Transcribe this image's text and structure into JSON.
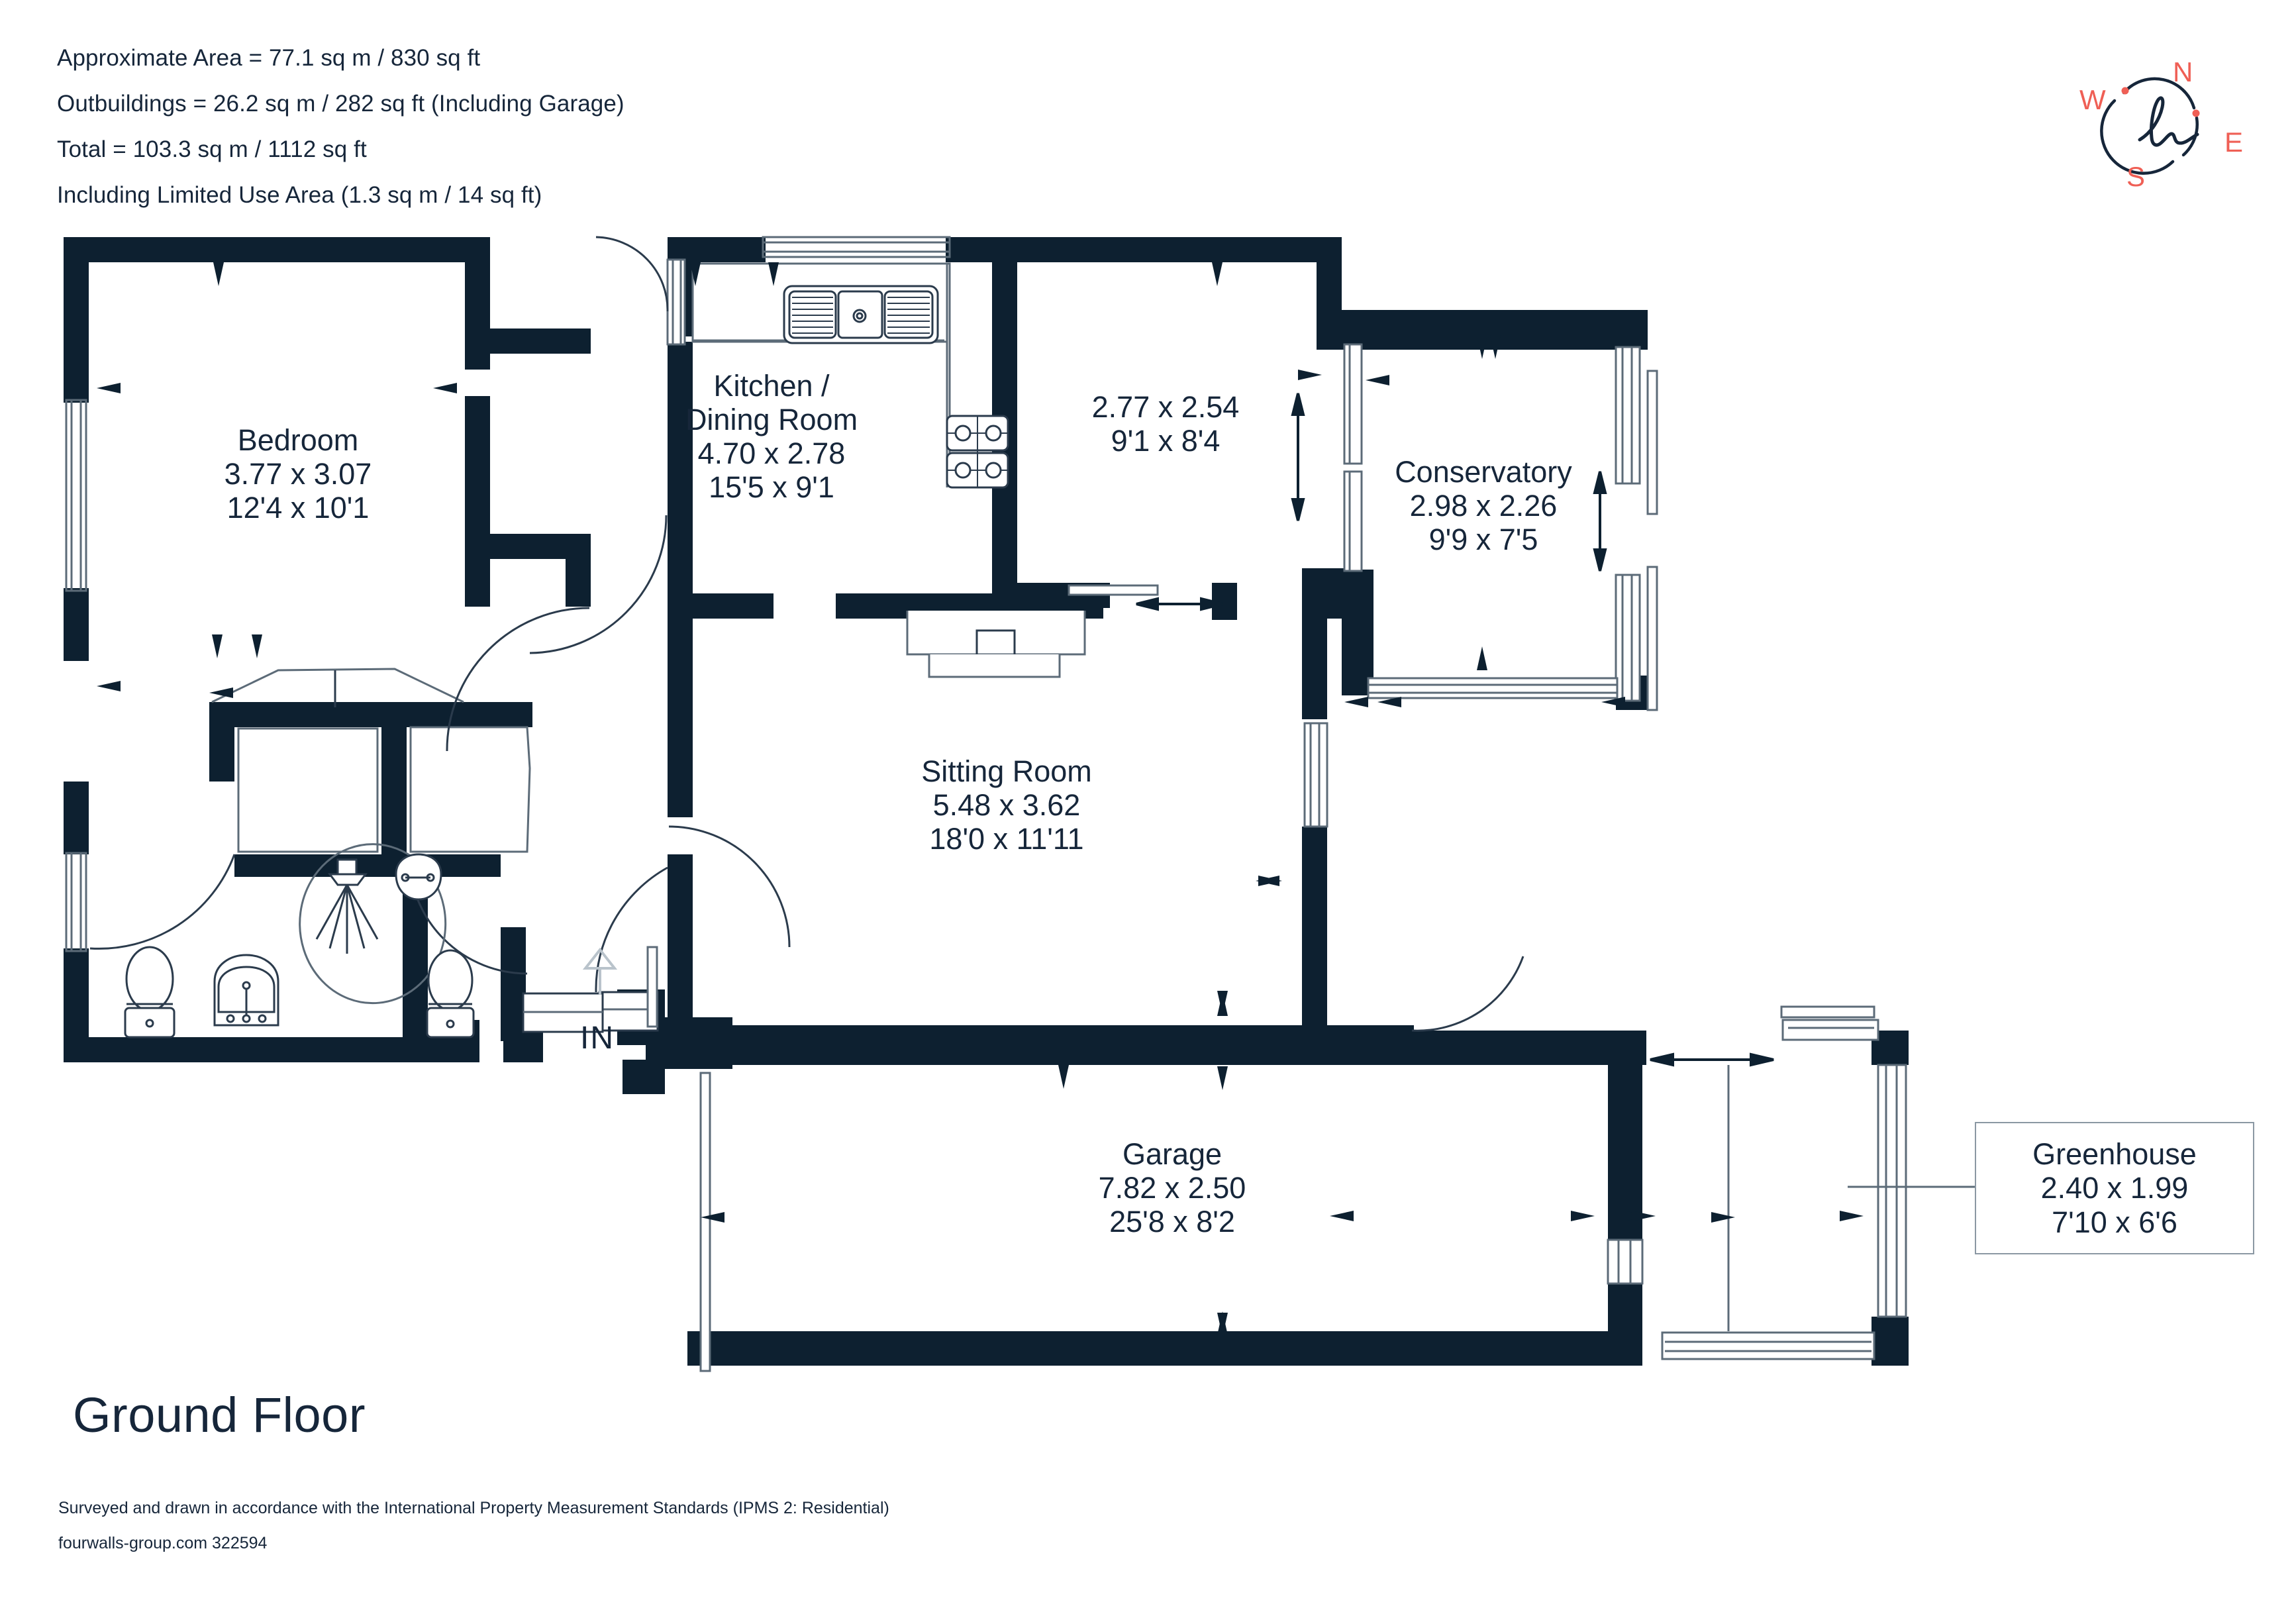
{
  "header": {
    "lines": [
      "Approximate Area = 77.1 sq m / 830 sq ft",
      "Outbuildings = 26.2 sq m / 282 sq ft (Including Garage)",
      "Total = 103.3 sq m / 1112 sq ft",
      "Including Limited Use Area (1.3 sq m / 14 sq ft)"
    ]
  },
  "compass": {
    "north": "N",
    "east": "E",
    "south": "S",
    "west": "W",
    "logo_glyph": "h",
    "label_color": "#ef5f55",
    "ring_color": "#16263a"
  },
  "floor_title": "Ground Floor",
  "footer": {
    "standards": "Surveyed and drawn in accordance with the International Property Measurement Standards (IPMS 2: Residential)",
    "credit": "fourwalls-group.com 322594"
  },
  "colors": {
    "wall_fill": "#0d2030",
    "thin_line": "#5c6b78",
    "fixture_line": "#2b3b4c",
    "text": "#16263a",
    "accent": "#ef5f55",
    "background": "#ffffff"
  },
  "entrance": {
    "label": "IN"
  },
  "rooms": [
    {
      "name": "Bedroom",
      "metric": "3.77 x 3.07",
      "imperial": "12'4 x 10'1"
    },
    {
      "name": "Kitchen / Dining Room",
      "name_line1": "Kitchen /",
      "name_line2": "Dining Room",
      "metric": "4.70 x 2.78",
      "imperial": "15'5 x 9'1"
    },
    {
      "name": "",
      "metric": "2.77 x 2.54",
      "imperial": "9'1 x 8'4"
    },
    {
      "name": "Conservatory",
      "metric": "2.98 x 2.26",
      "imperial": "9'9 x 7'5"
    },
    {
      "name": "Sitting Room",
      "metric": "5.48 x 3.62",
      "imperial": "18'0 x 11'11"
    },
    {
      "name": "Garage",
      "metric": "7.82 x 2.50",
      "imperial": "25'8 x 8'2"
    },
    {
      "name": "Greenhouse",
      "metric": "2.40 x 1.99",
      "imperial": "7'10 x 6'6"
    }
  ]
}
